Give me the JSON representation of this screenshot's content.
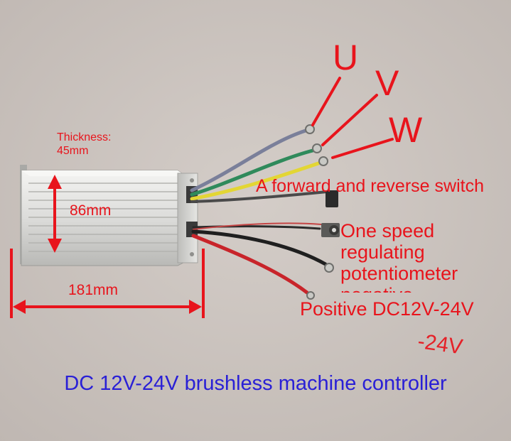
{
  "labels": {
    "thickness": "Thickness: 45mm",
    "height": "86mm",
    "width": "181mm",
    "phase_u": "U",
    "phase_v": "V",
    "phase_w": "W",
    "switch": "A forward and reverse switch",
    "potentiometer": "One speed regulating potentiometer negative",
    "power": "Positive DC12V-24V",
    "ghost_text": "-24V"
  },
  "caption": "DC 12V-24V brushless machine controller",
  "colors": {
    "annotation": "#e8141c",
    "caption": "#2a20d6",
    "background": "#cbc4bf"
  }
}
